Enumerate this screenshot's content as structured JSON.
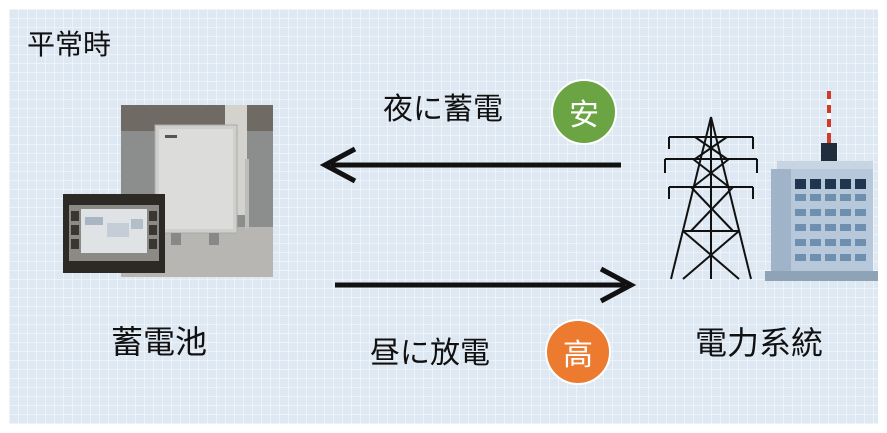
{
  "title": "平常時",
  "flows": {
    "night": {
      "label": "夜に蓄電",
      "badge": "安",
      "badge_color": "#6aa443"
    },
    "day": {
      "label": "昼に放電",
      "badge": "高",
      "badge_color": "#ec7a2f"
    }
  },
  "nodes": {
    "battery": {
      "label": "蓄電池"
    },
    "grid": {
      "label": "電力系統"
    }
  }
}
